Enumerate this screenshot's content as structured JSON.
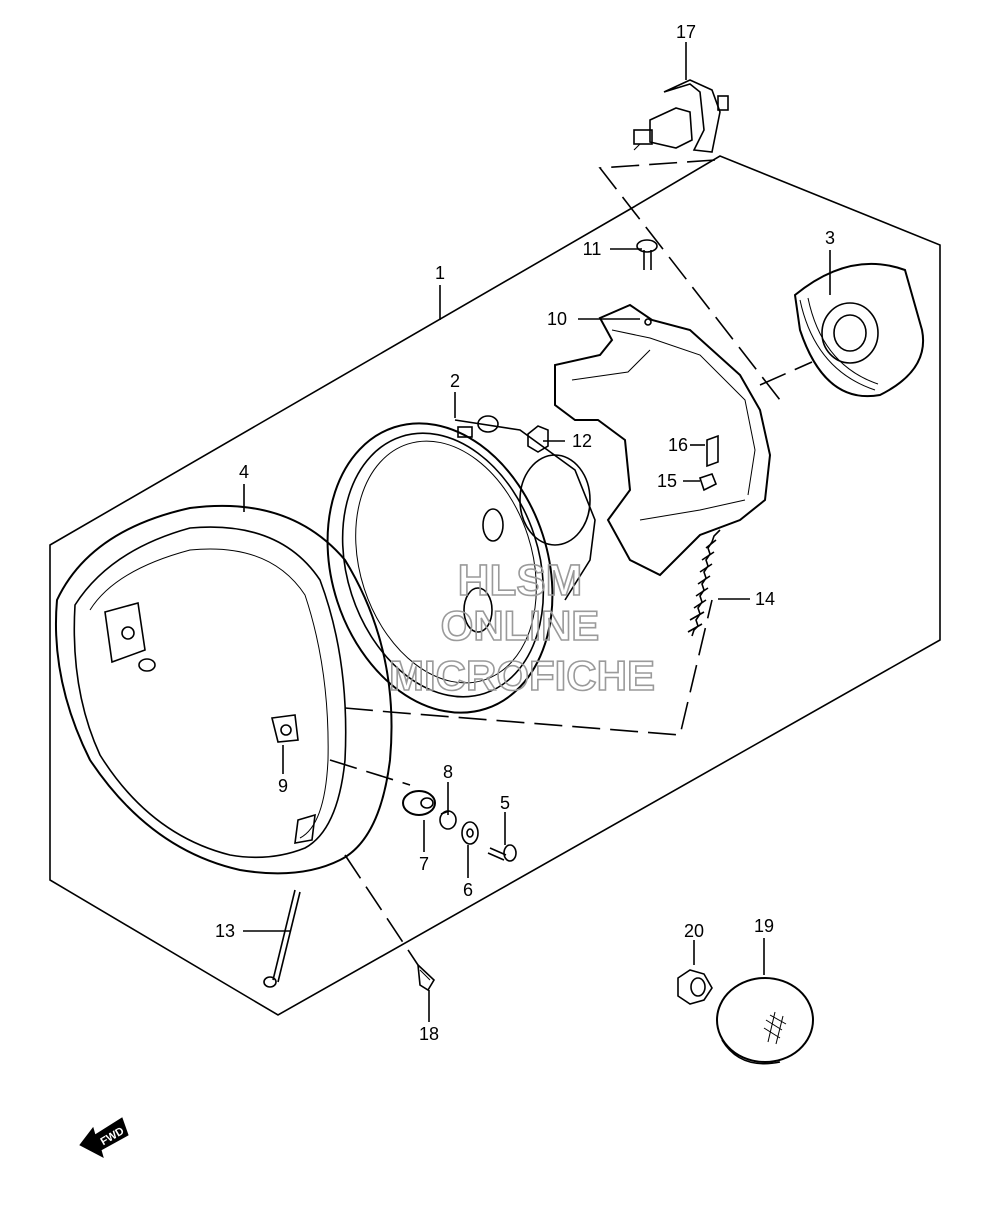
{
  "parts": [
    {
      "ref": "1"
    },
    {
      "ref": "2"
    },
    {
      "ref": "3"
    },
    {
      "ref": "4"
    },
    {
      "ref": "5"
    },
    {
      "ref": "6"
    },
    {
      "ref": "7"
    },
    {
      "ref": "8"
    },
    {
      "ref": "9"
    },
    {
      "ref": "10"
    },
    {
      "ref": "11"
    },
    {
      "ref": "12"
    },
    {
      "ref": "13"
    },
    {
      "ref": "14"
    },
    {
      "ref": "15"
    },
    {
      "ref": "16"
    },
    {
      "ref": "17"
    },
    {
      "ref": "18"
    },
    {
      "ref": "19"
    },
    {
      "ref": "20"
    }
  ],
  "watermark": {
    "line1": "HLSM",
    "line2": "ONLINE",
    "line3": "MICROFICHE"
  },
  "fwd_badge": "FWD"
}
